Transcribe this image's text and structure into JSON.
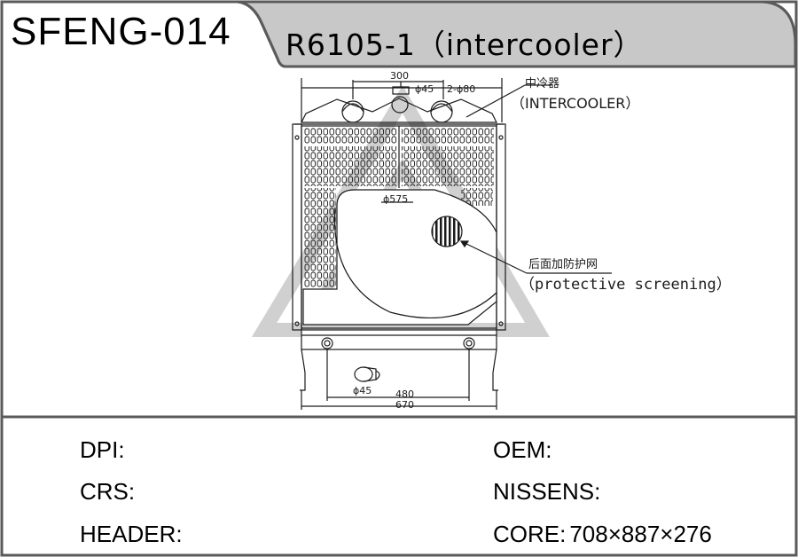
{
  "header": {
    "code": "SFENG-014",
    "model": "R6105-1（intercooler）"
  },
  "drawing": {
    "dims": {
      "top_width": "300",
      "cap_dia": "ϕ45",
      "ports": "2-ϕ80",
      "fan_dia": "ϕ575",
      "bottom_dia": "ϕ45",
      "mount_width": "480",
      "overall_width": "670"
    },
    "callouts": {
      "intercooler_cn": "中冷器",
      "intercooler_en": "（INTERCOOLER）",
      "screen_cn": "后面加防护网",
      "screen_en": "（protective screening）"
    }
  },
  "specs": {
    "dpi_label": "DPI:",
    "dpi_value": "",
    "crs_label": "CRS:",
    "crs_value": "",
    "header_label": "HEADER:",
    "header_value": "",
    "oem_label": "OEM:",
    "oem_value": "",
    "nissens_label": "NISSENS:",
    "nissens_value": "",
    "core_label": "CORE:",
    "core_value": "708×887×276"
  },
  "colors": {
    "frame": "#5a5a5a",
    "tab_fill": "#c8c8c8",
    "line": "#1a1a1a",
    "watermark": "#d0d0d0"
  }
}
